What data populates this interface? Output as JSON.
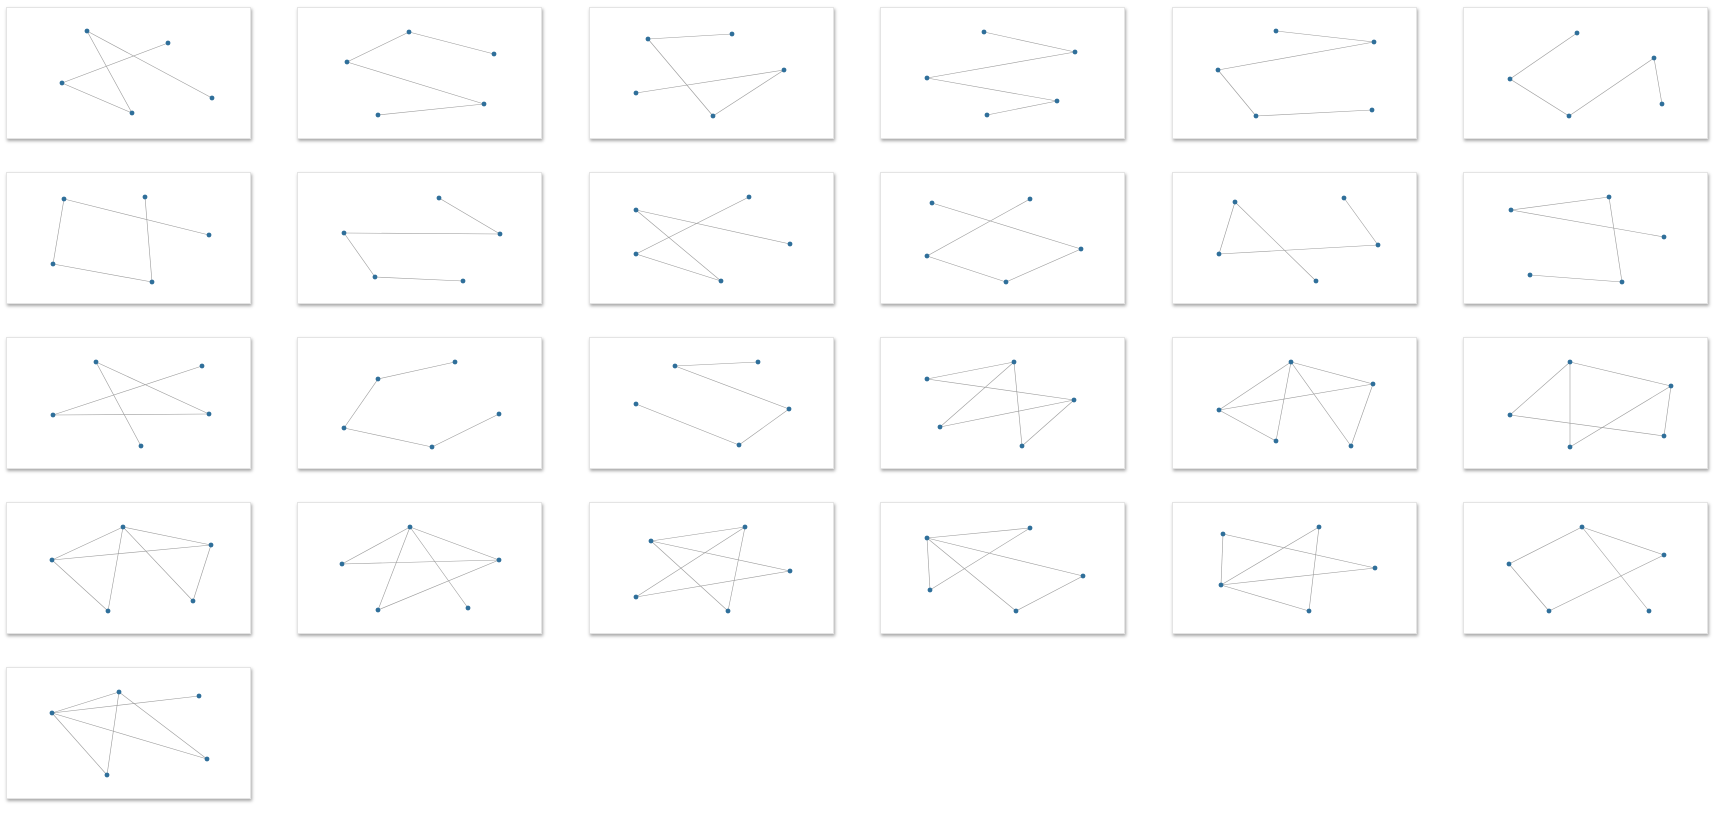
{
  "colors": {
    "node": "#2f6f9a",
    "edge": "#9a9a9a",
    "label": "#666666",
    "background": "#ffffff"
  },
  "graphs": [
    {
      "nodes": [],
      "edges": [
        [
          0,
          3
        ],
        [
          0,
          4
        ],
        [
          1,
          2
        ],
        [
          2,
          3
        ]
      ]
    },
    {
      "nodes": [],
      "edges": [
        [
          0,
          1
        ],
        [
          0,
          2
        ],
        [
          2,
          4
        ],
        [
          3,
          4
        ]
      ]
    },
    {
      "nodes": [],
      "edges": [
        [
          0,
          1
        ],
        [
          0,
          4
        ],
        [
          2,
          4
        ],
        [
          2,
          3
        ]
      ]
    },
    {
      "nodes": [],
      "edges": [
        [
          0,
          1
        ],
        [
          1,
          2
        ],
        [
          2,
          3
        ],
        [
          3,
          4
        ]
      ]
    },
    {
      "nodes": [],
      "edges": [
        [
          0,
          1
        ],
        [
          1,
          2
        ],
        [
          2,
          3
        ],
        [
          3,
          4
        ]
      ]
    },
    {
      "nodes": [],
      "edges": [
        [
          0,
          2
        ],
        [
          2,
          3
        ],
        [
          3,
          1
        ],
        [
          1,
          4
        ]
      ]
    },
    {
      "nodes": [],
      "edges": [
        [
          0,
          2
        ],
        [
          0,
          4
        ],
        [
          1,
          3
        ],
        [
          2,
          3
        ]
      ]
    },
    {
      "nodes": [],
      "edges": [
        [
          0,
          1
        ],
        [
          1,
          2
        ],
        [
          2,
          3
        ],
        [
          3,
          4
        ]
      ]
    },
    {
      "nodes": [],
      "edges": [
        [
          0,
          3
        ],
        [
          0,
          4
        ],
        [
          1,
          2
        ],
        [
          2,
          4
        ]
      ]
    },
    {
      "nodes": [],
      "edges": [
        [
          0,
          3
        ],
        [
          1,
          2
        ],
        [
          2,
          4
        ],
        [
          3,
          4
        ]
      ]
    },
    {
      "nodes": [],
      "edges": [
        [
          0,
          2
        ],
        [
          0,
          4
        ],
        [
          1,
          3
        ],
        [
          2,
          3
        ]
      ]
    },
    {
      "nodes": [],
      "edges": [
        [
          0,
          1
        ],
        [
          0,
          4
        ],
        [
          1,
          3
        ],
        [
          2,
          3
        ]
      ]
    },
    {
      "nodes": [],
      "edges": [
        [
          0,
          3
        ],
        [
          0,
          4
        ],
        [
          1,
          2
        ],
        [
          2,
          3
        ]
      ]
    },
    {
      "nodes": [],
      "edges": [
        [
          0,
          1
        ],
        [
          0,
          2
        ],
        [
          2,
          4
        ],
        [
          3,
          4
        ]
      ]
    },
    {
      "nodes": [],
      "edges": [
        [
          0,
          1
        ],
        [
          0,
          3
        ],
        [
          2,
          4
        ],
        [
          3,
          4
        ]
      ]
    },
    {
      "nodes": [],
      "edges": [
        [
          0,
          1
        ],
        [
          0,
          2
        ],
        [
          1,
          3
        ],
        [
          1,
          4
        ],
        [
          2,
          3
        ],
        [
          2,
          4
        ]
      ]
    },
    {
      "nodes": [],
      "edges": [
        [
          0,
          1
        ],
        [
          0,
          2
        ],
        [
          0,
          3
        ],
        [
          0,
          4
        ],
        [
          1,
          2
        ],
        [
          1,
          3
        ],
        [
          2,
          4
        ]
      ]
    },
    {
      "nodes": [],
      "edges": [
        [
          0,
          1
        ],
        [
          0,
          2
        ],
        [
          0,
          3
        ],
        [
          1,
          4
        ],
        [
          2,
          3
        ],
        [
          2,
          4
        ]
      ]
    },
    {
      "nodes": [],
      "edges": [
        [
          0,
          1
        ],
        [
          0,
          2
        ],
        [
          0,
          3
        ],
        [
          0,
          4
        ],
        [
          1,
          2
        ],
        [
          1,
          3
        ],
        [
          2,
          4
        ]
      ]
    },
    {
      "nodes": [],
      "edges": [
        [
          0,
          1
        ],
        [
          0,
          2
        ],
        [
          0,
          3
        ],
        [
          0,
          4
        ],
        [
          1,
          2
        ],
        [
          2,
          3
        ]
      ]
    },
    {
      "nodes": [],
      "edges": [
        [
          0,
          1
        ],
        [
          0,
          2
        ],
        [
          0,
          4
        ],
        [
          1,
          3
        ],
        [
          1,
          4
        ],
        [
          2,
          3
        ]
      ]
    },
    {
      "nodes": [],
      "edges": [
        [
          0,
          1
        ],
        [
          0,
          2
        ],
        [
          0,
          3
        ],
        [
          0,
          4
        ],
        [
          1,
          3
        ],
        [
          2,
          4
        ]
      ]
    },
    {
      "nodes": [],
      "edges": [
        [
          0,
          2
        ],
        [
          0,
          3
        ],
        [
          1,
          3
        ],
        [
          1,
          4
        ],
        [
          2,
          3
        ],
        [
          3,
          4
        ]
      ]
    },
    {
      "nodes": [],
      "edges": [
        [
          0,
          1
        ],
        [
          0,
          2
        ],
        [
          0,
          4
        ],
        [
          1,
          3
        ],
        [
          2,
          3
        ]
      ]
    },
    {
      "nodes": [],
      "edges": [
        [
          0,
          1
        ],
        [
          0,
          2
        ],
        [
          0,
          3
        ],
        [
          0,
          4
        ],
        [
          1,
          3
        ],
        [
          1,
          4
        ]
      ]
    }
  ]
}
